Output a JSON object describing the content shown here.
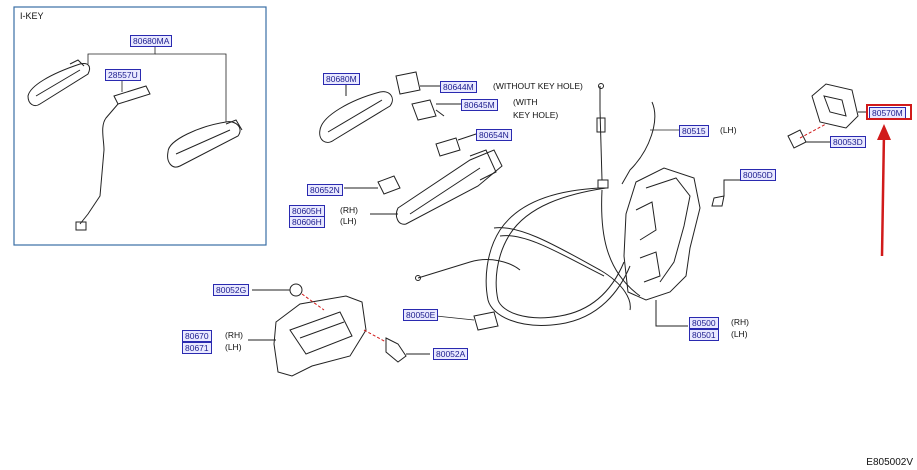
{
  "frame": {
    "title": "I-KEY"
  },
  "diagram_id": "E805002V",
  "labels": {
    "l_8068oma": "80680MA",
    "l_28557u": "28557U",
    "l_8068om": "80680M",
    "l_80644m": "80644M",
    "l_80645m": "80645M",
    "l_80654n": "80654N",
    "l_80652n": "80652N",
    "l_80605h": "80605H",
    "l_80606h": "80606H",
    "l_80515": "80515",
    "l_80050d": "80050D",
    "l_80570m": "80570M",
    "l_80053d": "80053D",
    "l_80052g": "80052G",
    "l_80670": "80670",
    "l_80671": "80671",
    "l_80052a": "80052A",
    "l_80050e": "80050E",
    "l_80500": "80500",
    "l_80501": "80501"
  },
  "notes": {
    "without_key_hole": "(WITHOUT  KEY  HOLE)",
    "with_line1": "(WITH",
    "with_line2": "KEY  HOLE)",
    "rh_1": "(RH)",
    "lh_1": "(LH)",
    "lh_80515": "(LH)",
    "rh_2": "(RH)",
    "lh_2": "(LH)",
    "rh_3": "(RH)",
    "lh_3": "(LH)"
  },
  "colors": {
    "highlight": "#d11a1a",
    "label_text": "#1a1a8c",
    "label_bg": "#e9e9ff",
    "line": "#222222"
  }
}
